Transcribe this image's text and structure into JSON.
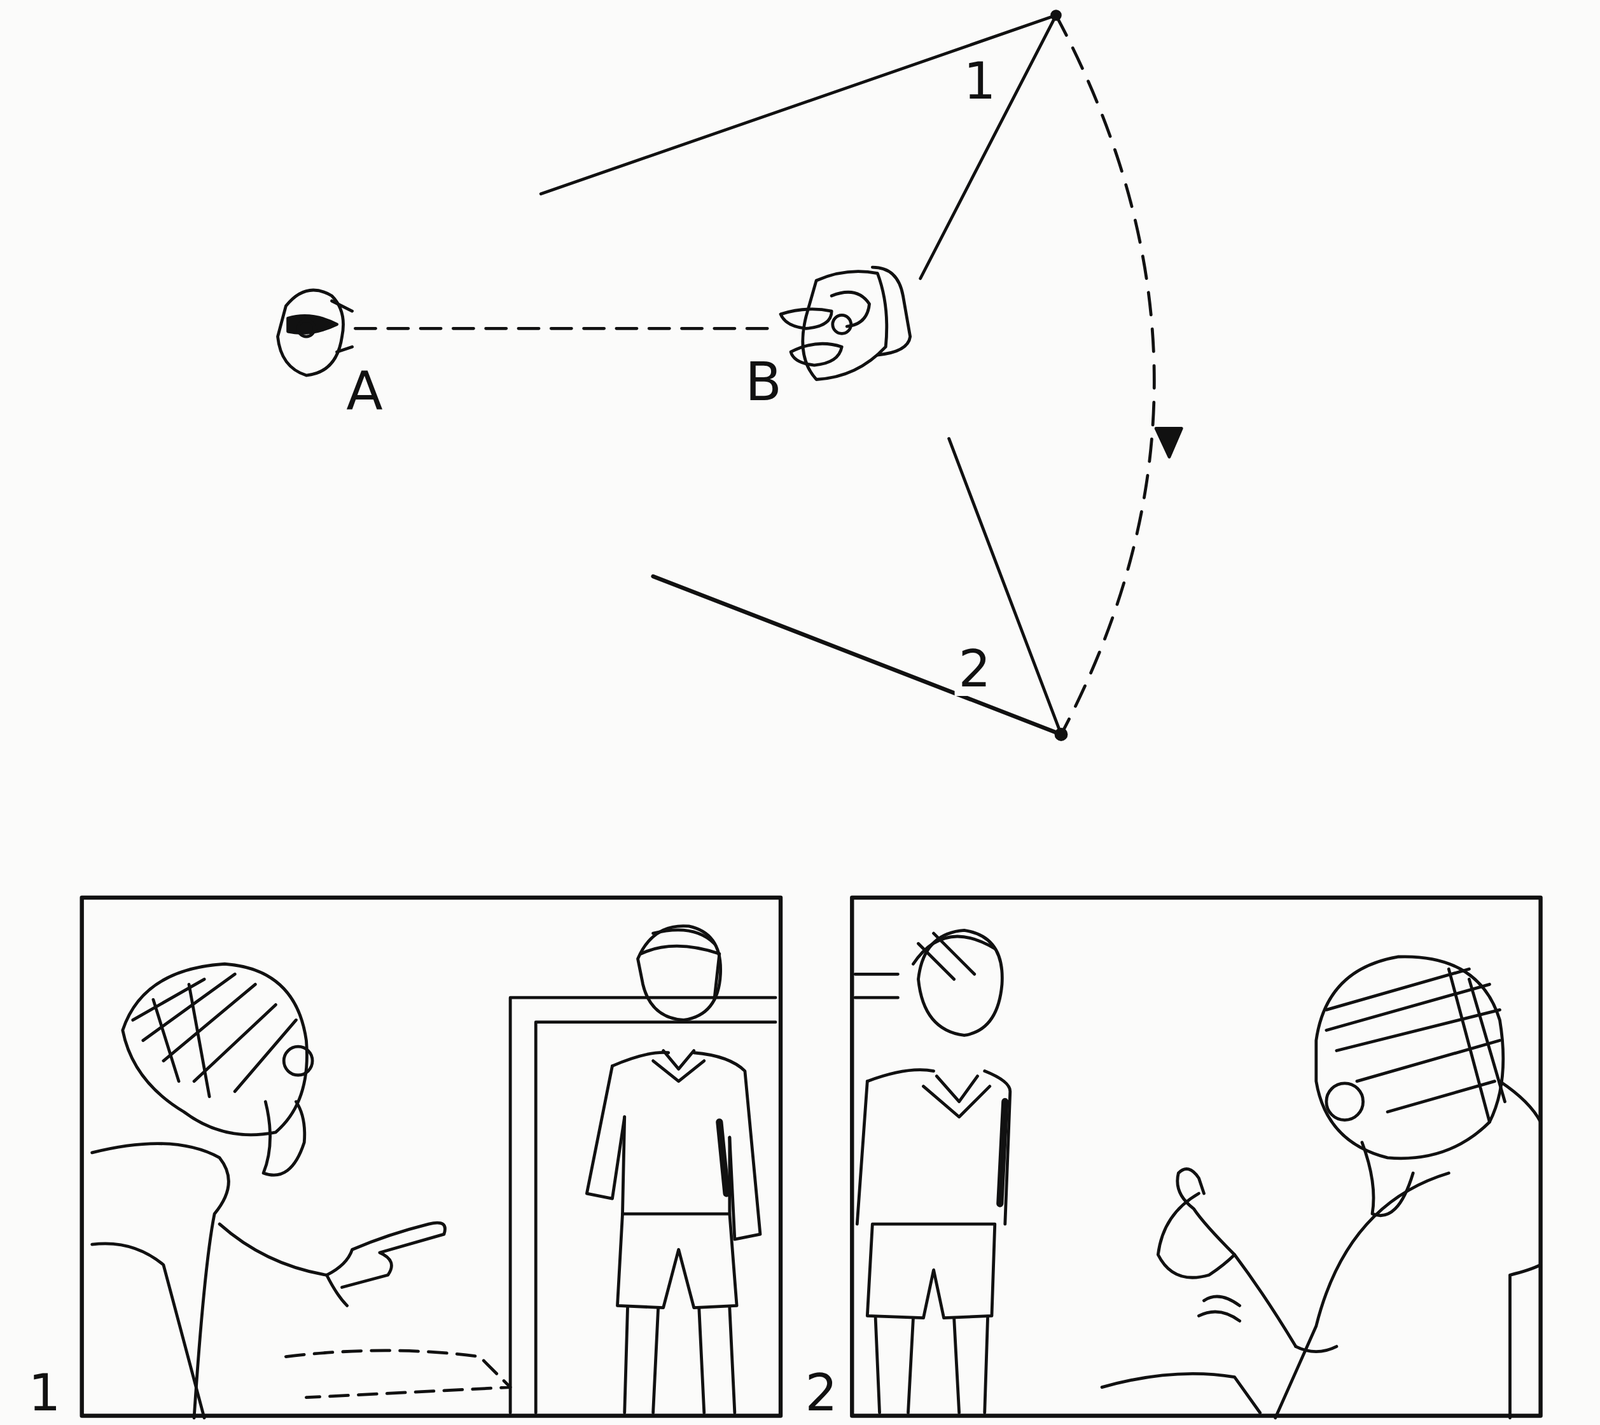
{
  "diagram": {
    "labels": [
      "1",
      "A",
      "B",
      "2",
      "1",
      "2"
    ]
  }
}
